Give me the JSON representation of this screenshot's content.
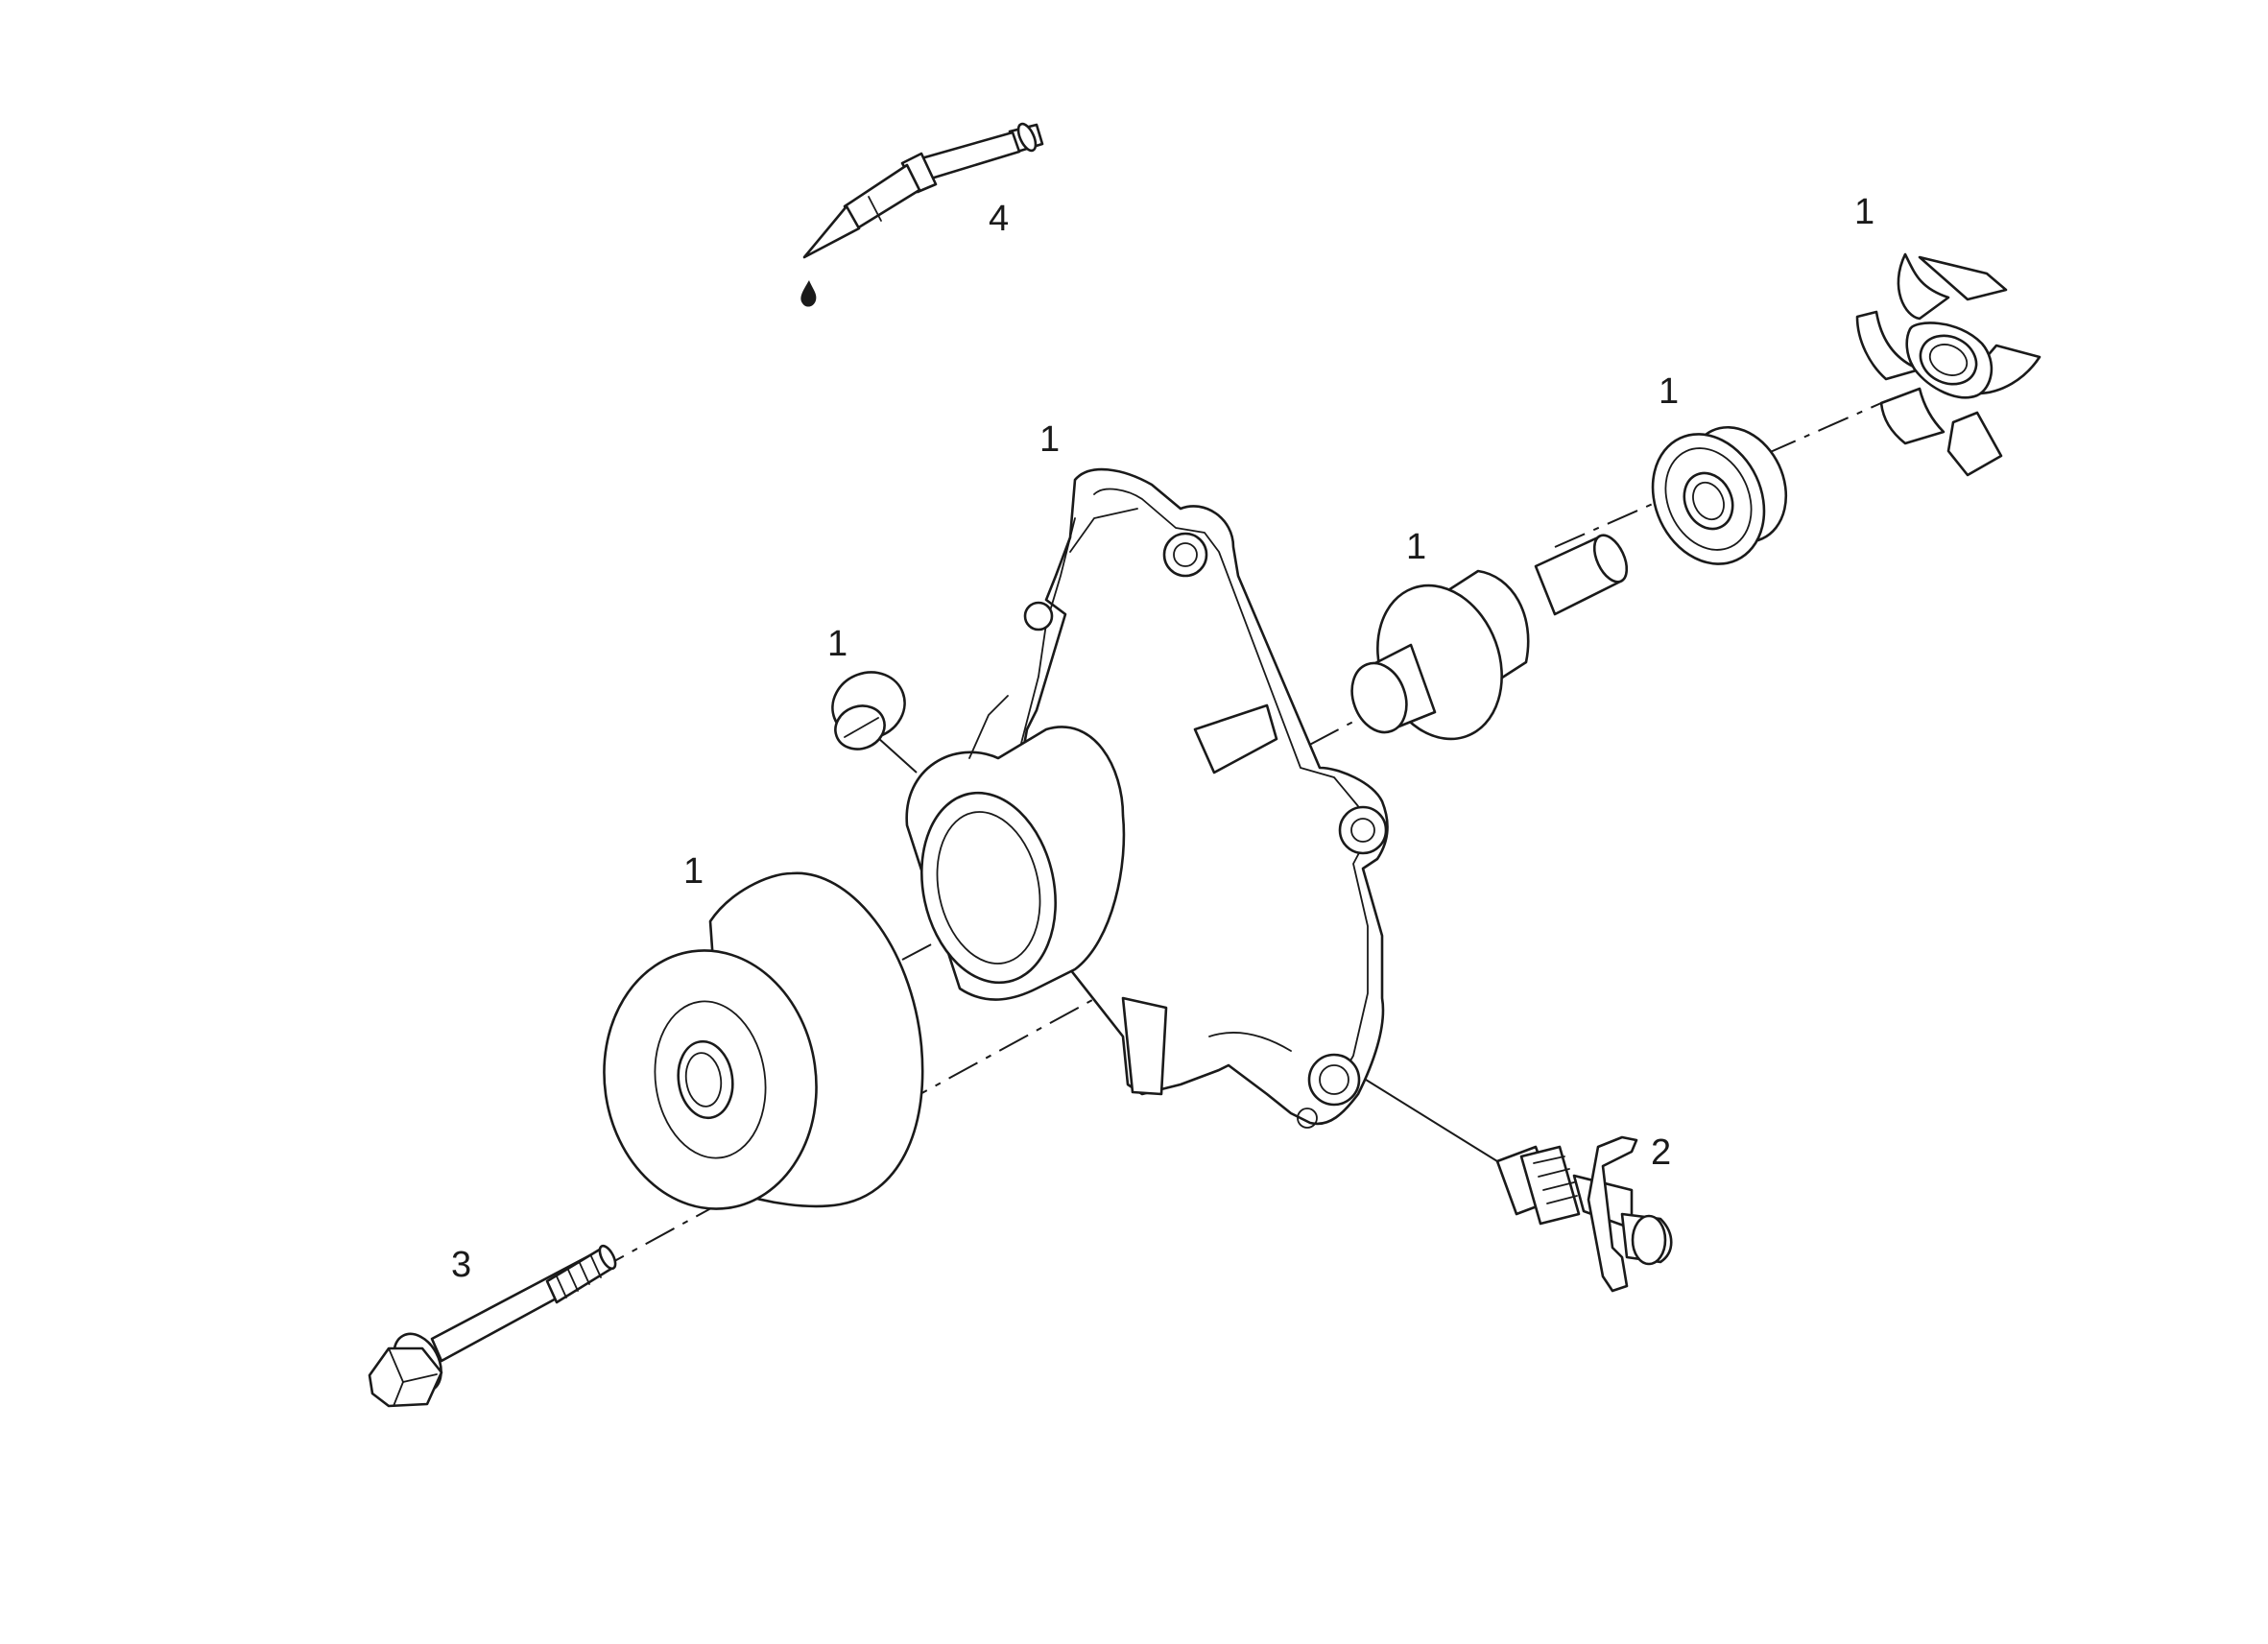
{
  "diagram": {
    "line_color": "#1a1a1a",
    "background": "#ffffff",
    "parts": [
      {
        "id": "lubricant-syringe",
        "icon": "syringe-with-drop",
        "callout": "4"
      },
      {
        "id": "impeller",
        "icon": "impeller",
        "callout": "1"
      },
      {
        "id": "mechanical-seal",
        "icon": "seal-ring",
        "callout": "1"
      },
      {
        "id": "pump-housing",
        "icon": "water-pump-housing",
        "callout": "1"
      },
      {
        "id": "shaft-bearing",
        "icon": "bearing-shaft",
        "callout": "1"
      },
      {
        "id": "small-plug",
        "icon": "plug",
        "callout": "1"
      },
      {
        "id": "pulley",
        "icon": "pulley-wheel",
        "callout": "1"
      },
      {
        "id": "sensor-fitting",
        "icon": "fitting-with-clip",
        "callout": "2"
      },
      {
        "id": "flange-bolt",
        "icon": "hex-flange-bolt",
        "callout": "3"
      }
    ]
  }
}
